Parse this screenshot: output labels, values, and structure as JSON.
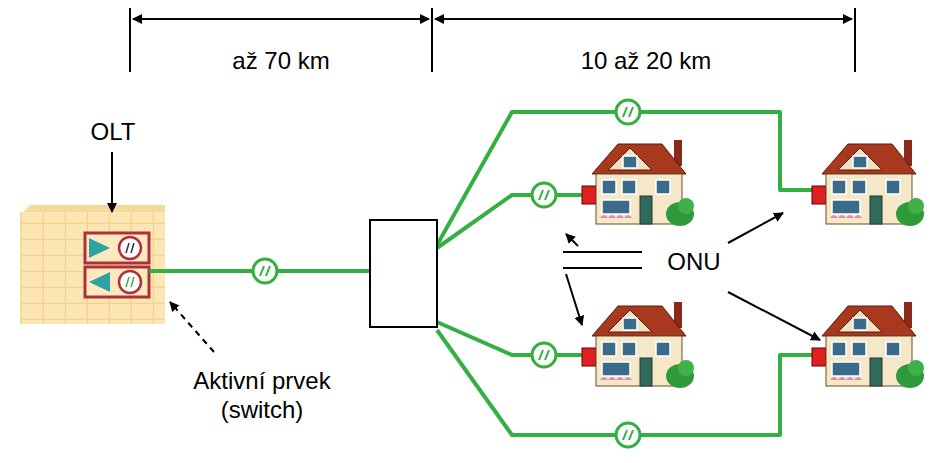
{
  "diagram": {
    "labels": [
      "až 70 km",
      "10 až 20 km",
      "OLT",
      "ONU",
      "Aktivní prvek (switch)"
    ]
  }
}
